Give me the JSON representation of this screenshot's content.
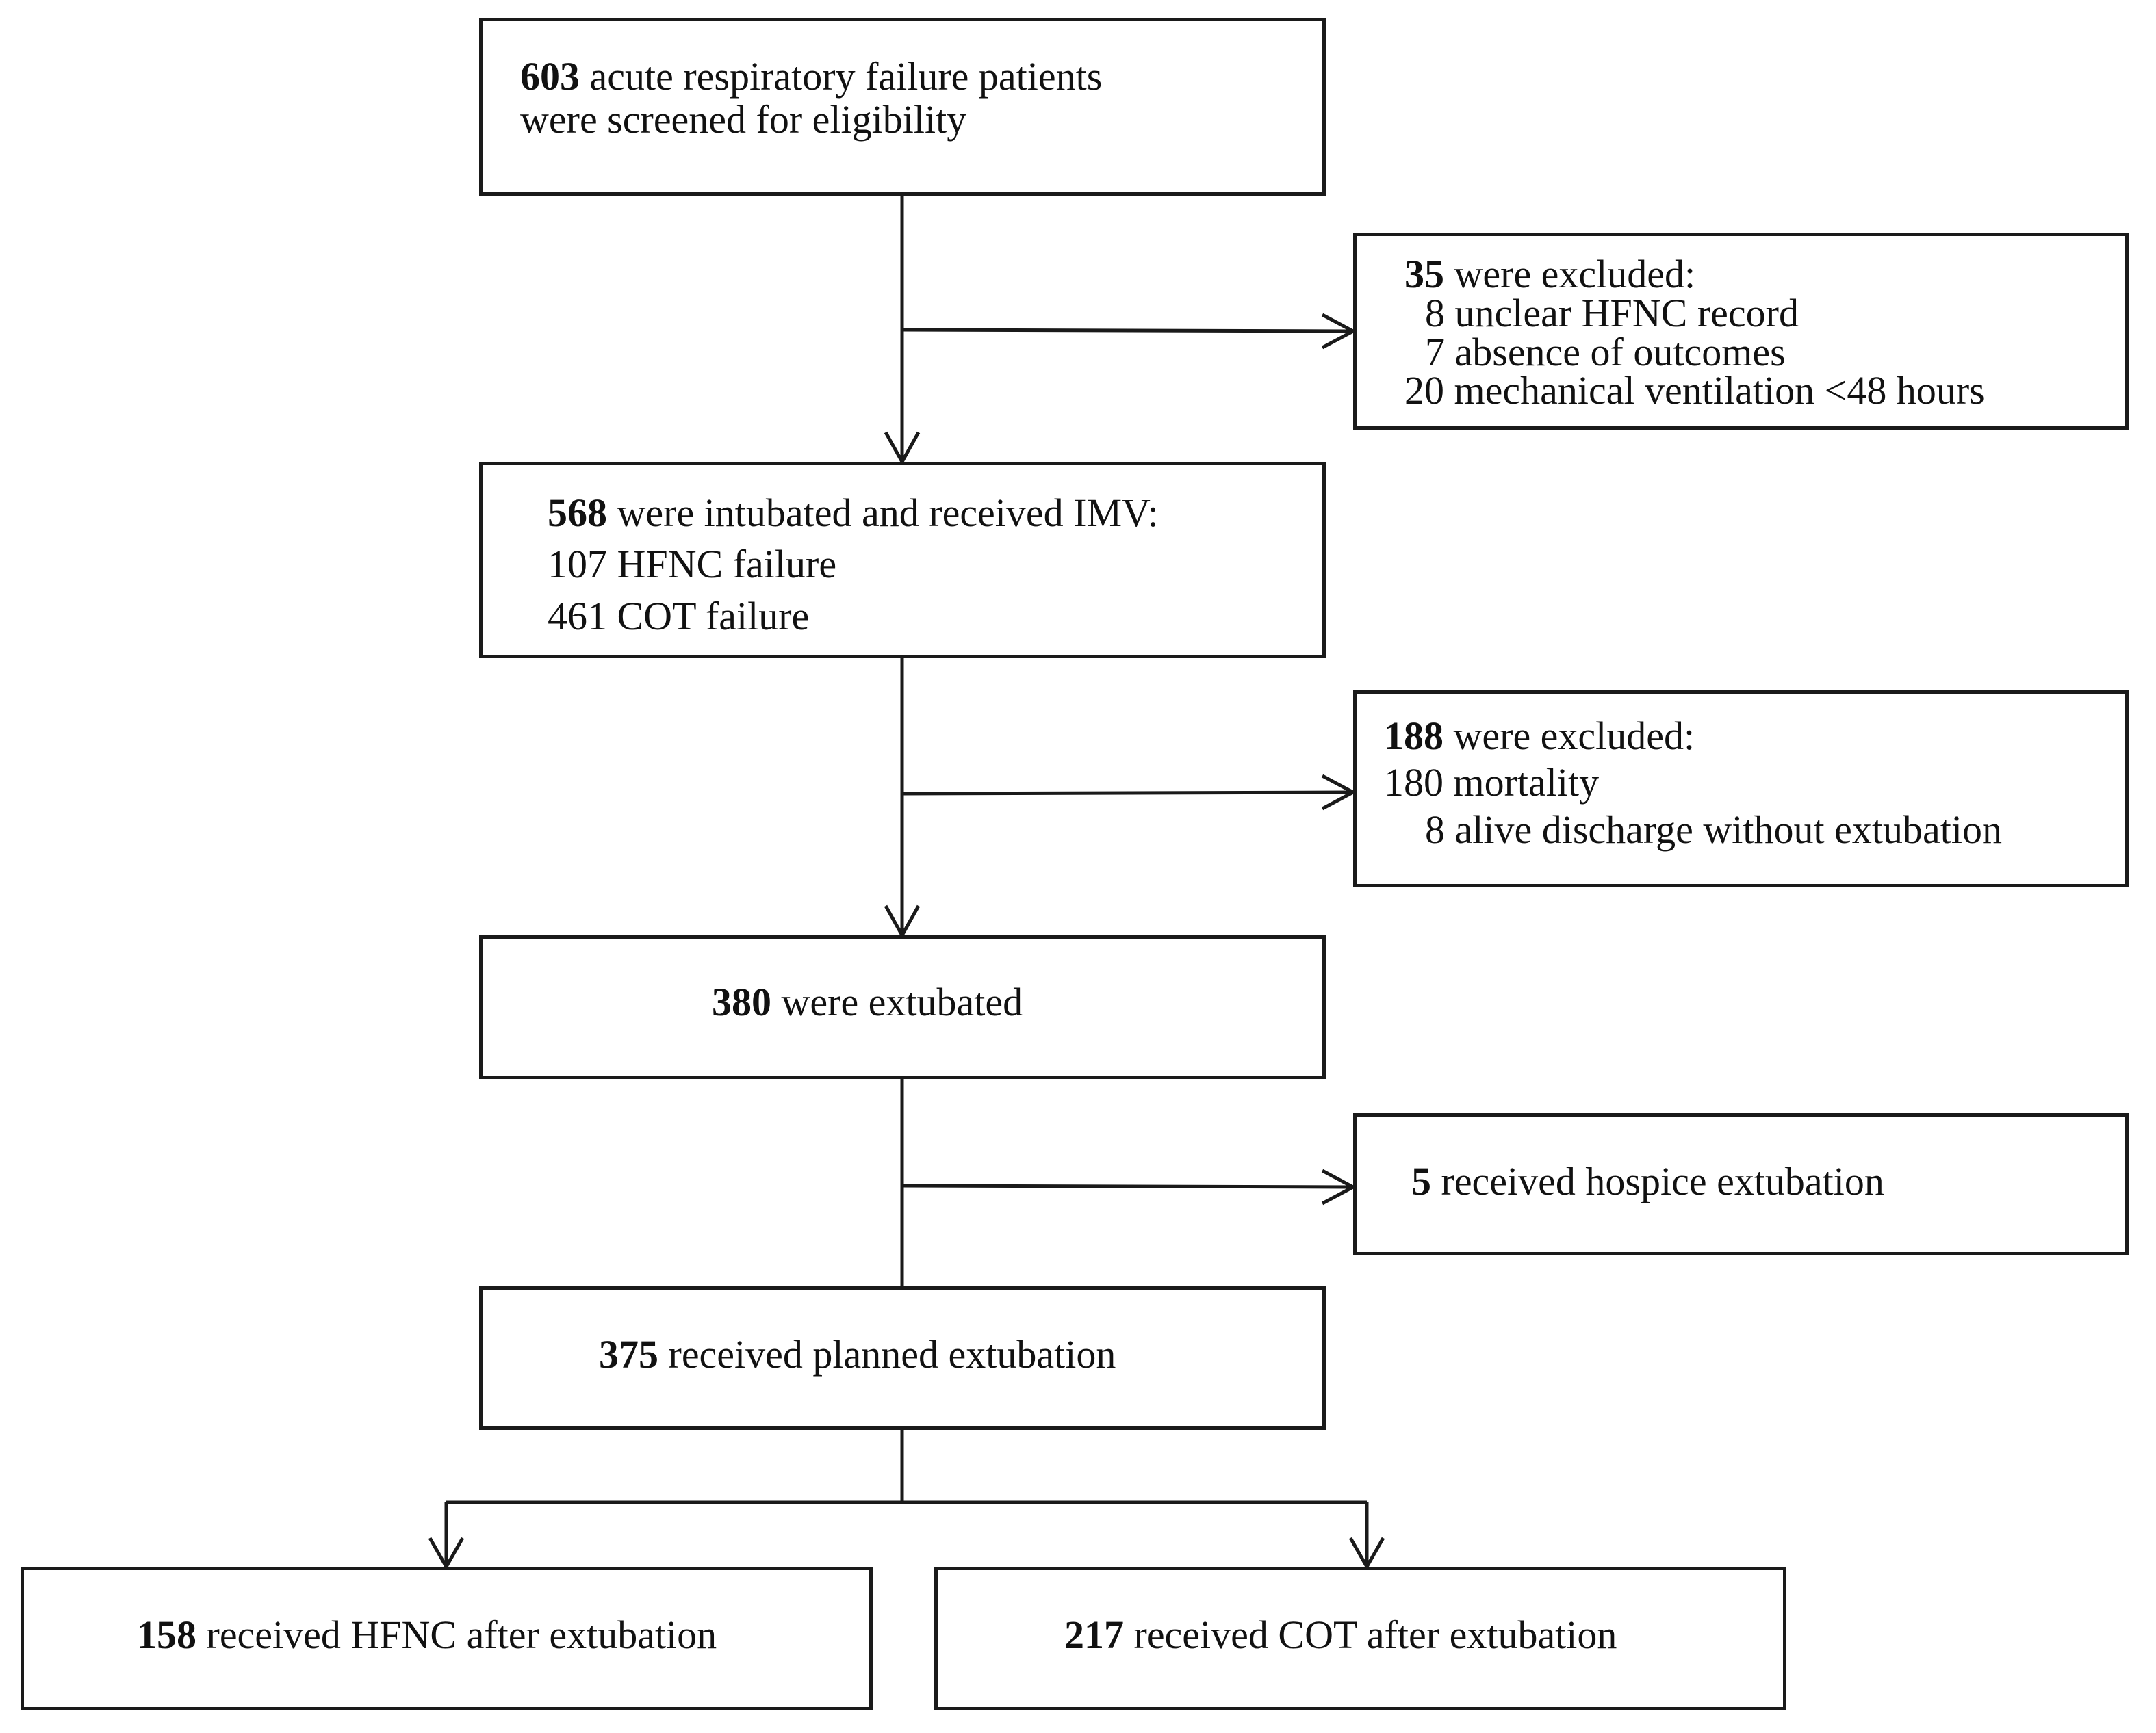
{
  "boxes": {
    "screened": {
      "count": "603",
      "line1_rest": " acute respiratory failure patients",
      "line2": "were screened for eligibility"
    },
    "excluded_first": {
      "count": "35",
      "heading_rest": " were excluded:",
      "items": [
        "8 unclear HFNC record",
        "7 absence of outcomes",
        "20 mechanical ventilation <48 hours"
      ]
    },
    "intubated": {
      "count": "568",
      "heading_rest": " were intubated and received IMV:",
      "items": [
        "107 HFNC failure",
        "461 COT failure"
      ]
    },
    "excluded_second": {
      "count": "188",
      "heading_rest": " were excluded:",
      "items": [
        "180 mortality",
        "8 alive discharge without extubation"
      ]
    },
    "extubated": {
      "count": "380",
      "rest": " were extubated"
    },
    "hospice": {
      "count": "5",
      "rest": " received hospice extubation"
    },
    "planned": {
      "count": "375",
      "rest": " received planned extubation"
    },
    "hfnc_group": {
      "count": "158",
      "rest": " received HFNC after extubation"
    },
    "cot_group": {
      "count": "217",
      "rest": " received COT after extubation"
    }
  }
}
